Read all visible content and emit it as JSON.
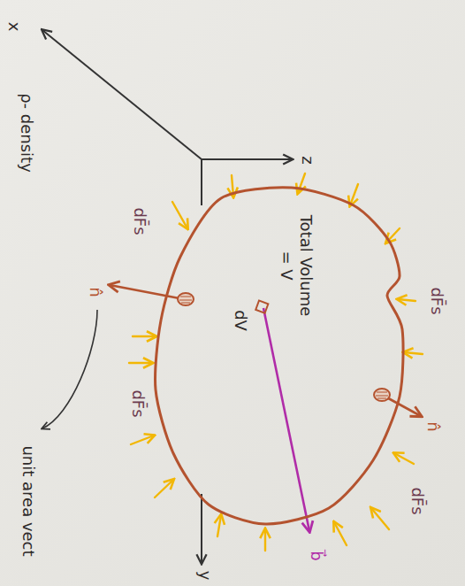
{
  "diagram": {
    "nodes": [
      {
        "text": [
          "Total Volume = V"
        ]
      }
    ],
    "labels": [
      "x",
      "z",
      "y",
      "dF̄s",
      "dF̄s",
      "dF̄s",
      "dF̄s",
      "dV",
      "n̂",
      "n̂",
      "b⃗",
      "ρ- density",
      "unit area vect"
    ]
  }
}
